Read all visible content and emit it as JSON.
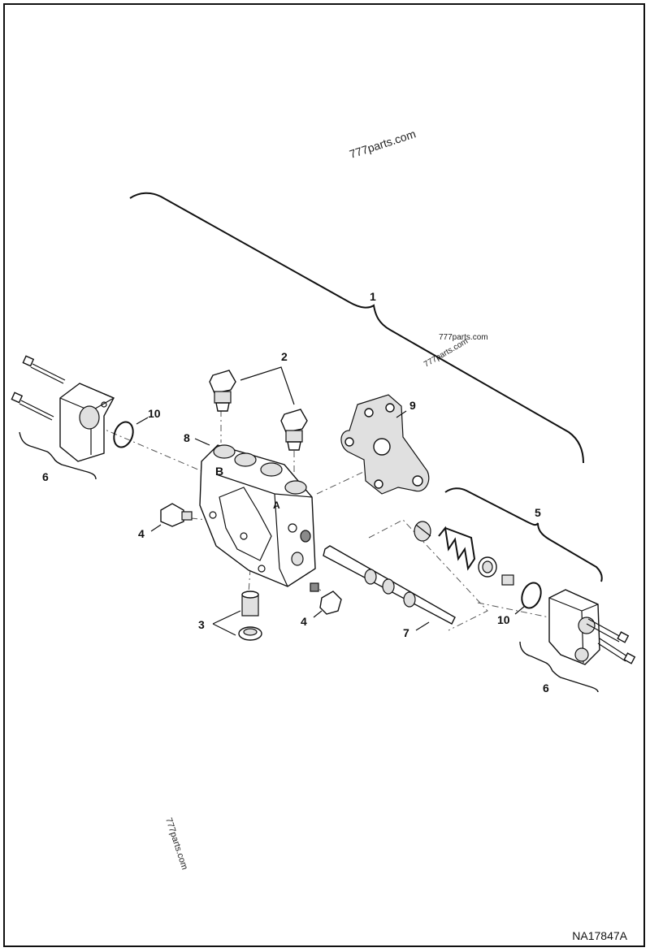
{
  "watermarks": [
    "777parts.com",
    "777parts.com",
    "777parts.com",
    "777parts.com"
  ],
  "figure_code": "NA17847A",
  "callouts": {
    "c1": "1",
    "c2": "2",
    "c3": "3",
    "c4a": "4",
    "c4b": "4",
    "c5": "5",
    "c6a": "6",
    "c6b": "6",
    "c7": "7",
    "c8": "8",
    "c9": "9",
    "c10a": "10",
    "c10b": "10"
  },
  "port_marks": {
    "b": "B",
    "a": "A"
  }
}
